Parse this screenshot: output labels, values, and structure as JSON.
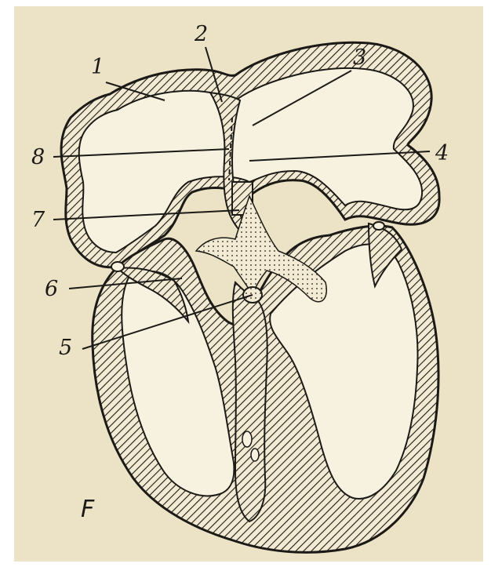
{
  "figure": {
    "panel_letter": "F",
    "labels": [
      "1",
      "2",
      "3",
      "4",
      "5",
      "6",
      "7",
      "8"
    ]
  },
  "colors": {
    "paper": "#ece3c6",
    "ink": "#1c1a16",
    "fill": "#f7f1df"
  }
}
